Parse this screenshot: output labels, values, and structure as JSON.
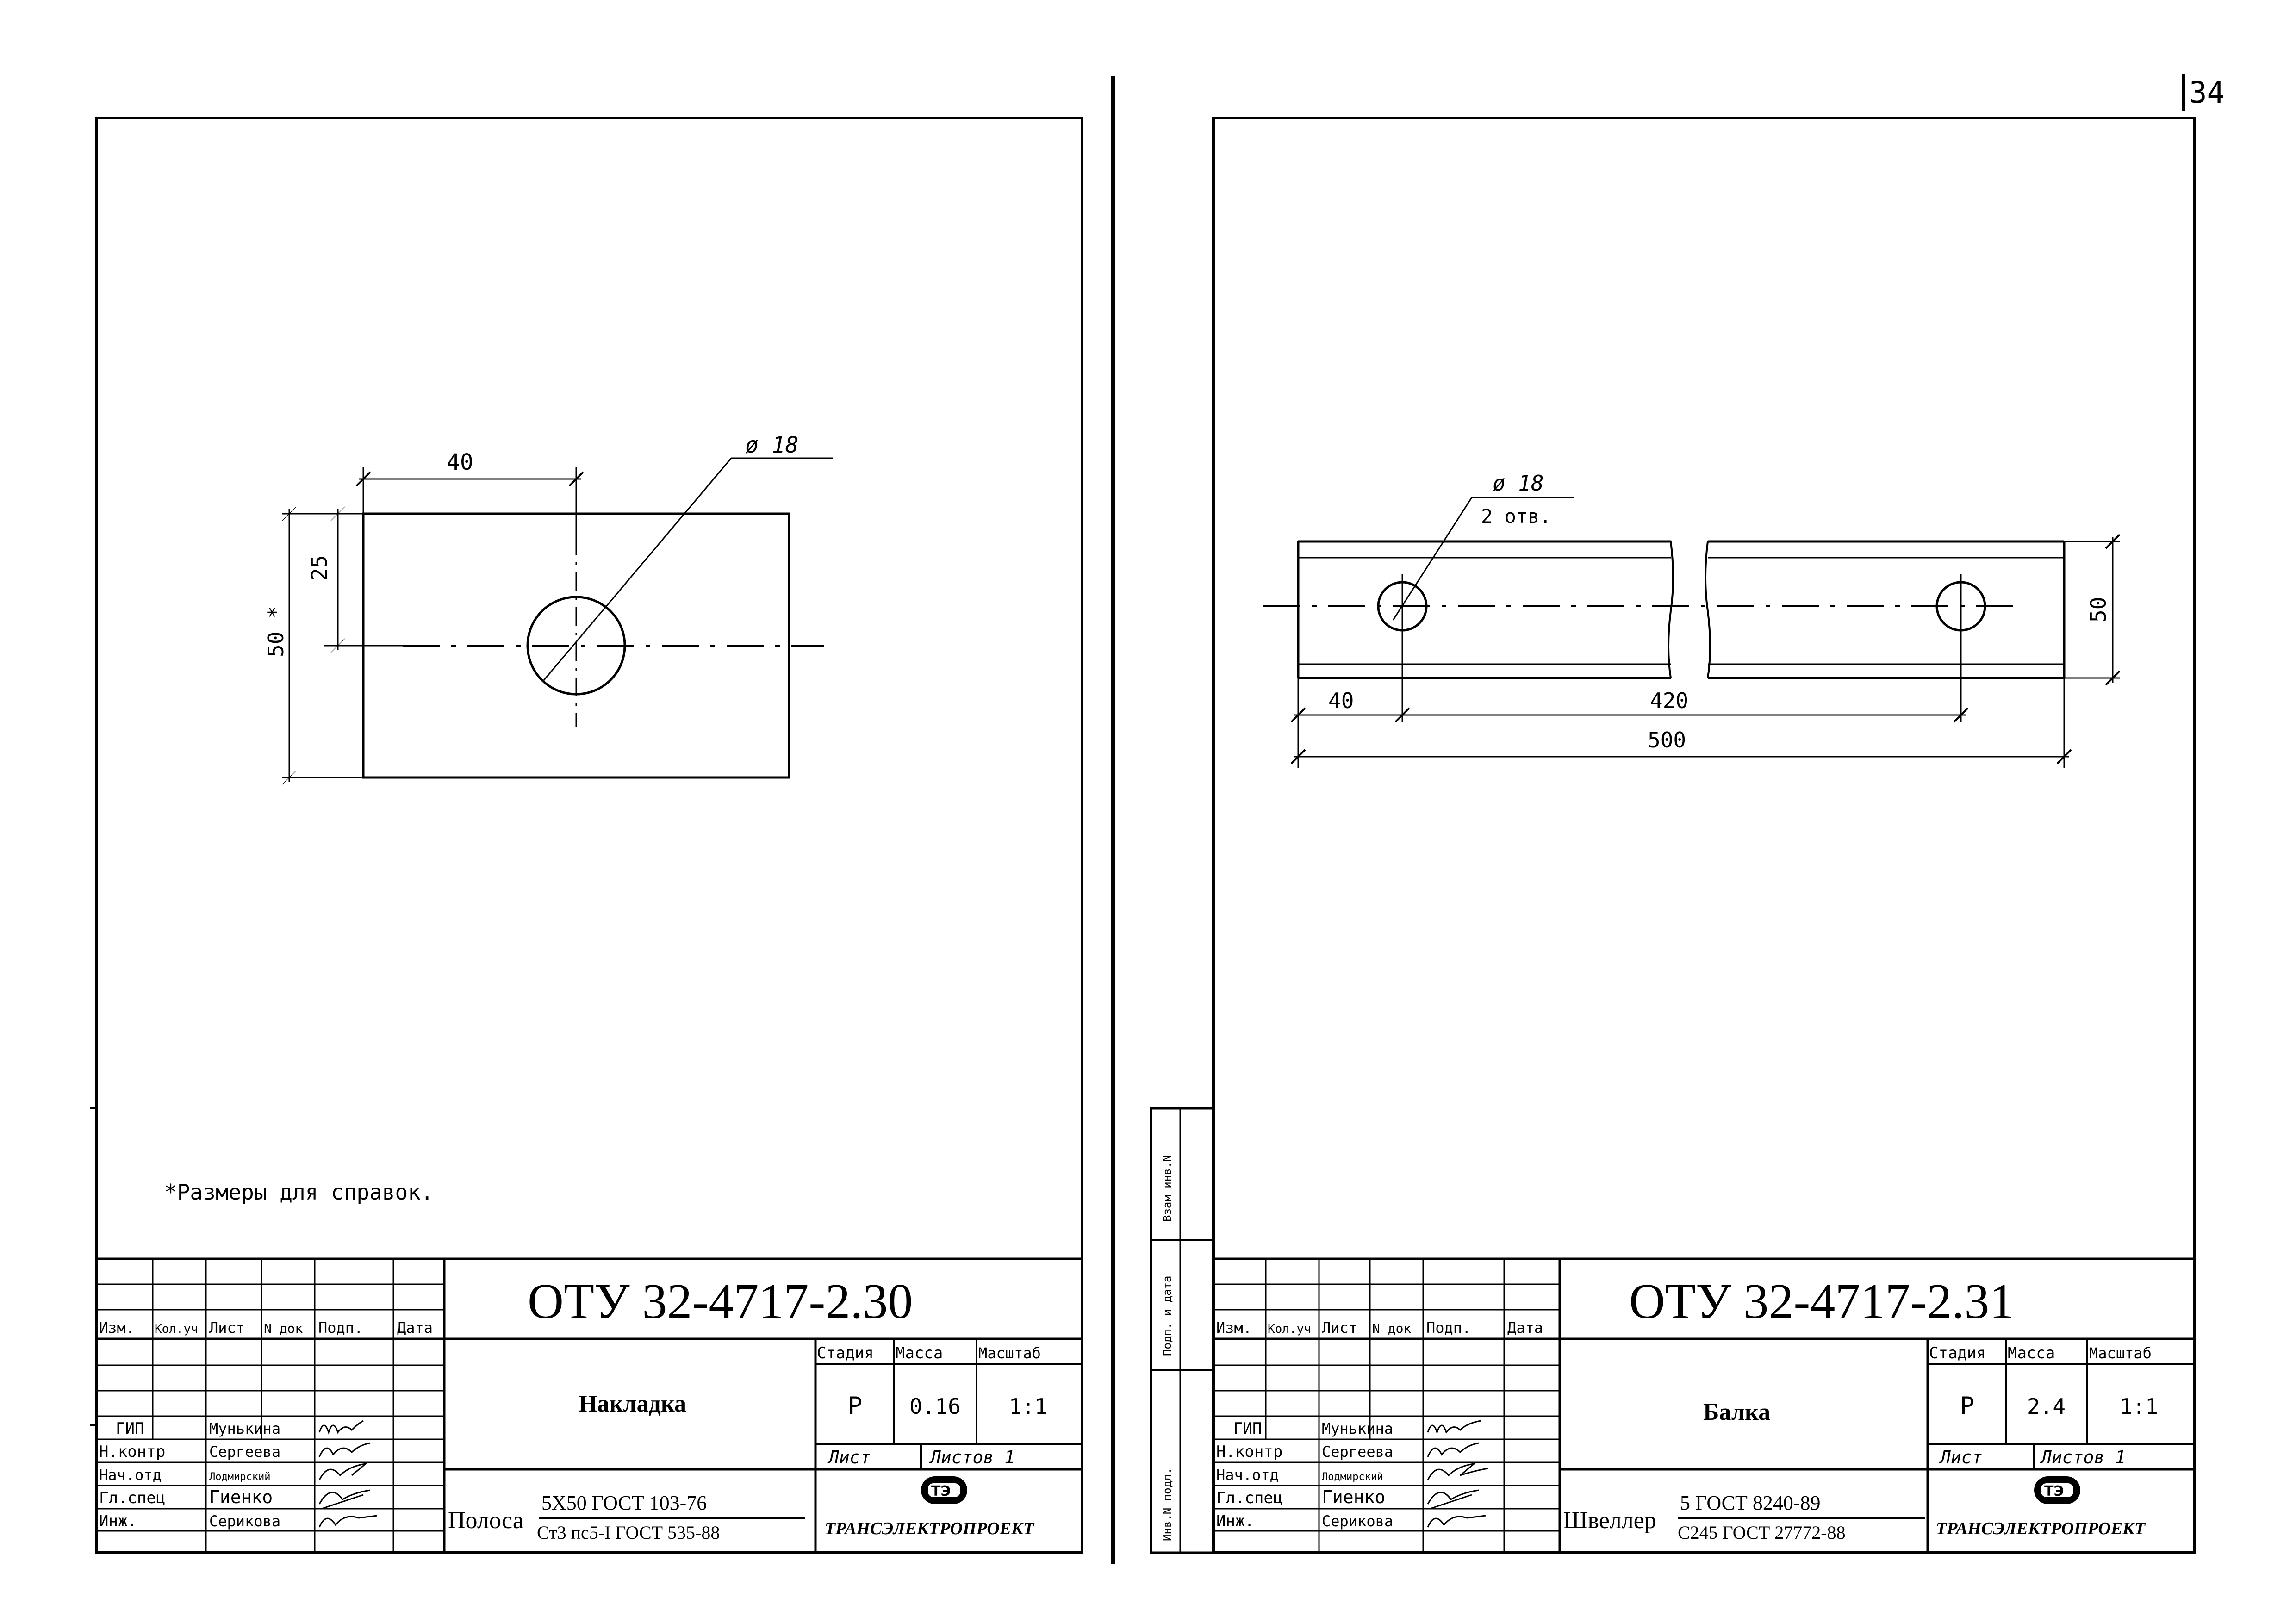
{
  "page_number": "34",
  "left_sheet": {
    "doc_code": "ОТУ 32-4717-2.30",
    "title": "Накладка",
    "note": "*Размеры для справок.",
    "drawing": {
      "dim_40": "40",
      "dim_diameter": "ø 18",
      "dim_25": "25",
      "dim_50": "50 *"
    },
    "header_cols": [
      "Изм.",
      "Кол.уч",
      "Лист",
      "N док",
      "Подп.",
      "Дата"
    ],
    "stage_label": "Стадия",
    "mass_label": "Масса",
    "scale_label": "Масштаб",
    "stage": "Р",
    "mass": "0.16",
    "scale": "1:1",
    "sheet_label": "Лист",
    "sheets_label": "Листов 1",
    "material_prefix": "Полоса",
    "material_top": "5Х50 ГОСТ 103-76",
    "material_bottom": "Ст3 пс5-I ГОСТ 535-88",
    "org": "ТРАНСЭЛЕКТРОПРОЕКТ",
    "logo_letters": "ТЭ",
    "people": [
      {
        "role": "ГИП",
        "name": "Мунькина"
      },
      {
        "role": "Н.контр",
        "name": "Сергеева"
      },
      {
        "role": "Нач.отд",
        "name": "Лодмирский"
      },
      {
        "role": "Гл.спец",
        "name": "Гиенко"
      },
      {
        "role": "Инж.",
        "name": "Серикова"
      }
    ]
  },
  "right_sheet": {
    "doc_code": "ОТУ 32-4717-2.31",
    "title": "Балка",
    "drawing": {
      "dim_diameter": "ø 18",
      "holes": "2 отв.",
      "dim_50": "50",
      "dim_40": "40",
      "dim_420": "420",
      "dim_500": "500"
    },
    "side_labels": [
      "Взам инв.N",
      "Подп. и дата",
      "Инв.N подл."
    ],
    "header_cols": [
      "Изм.",
      "Кол.уч",
      "Лист",
      "N док",
      "Подп.",
      "Дата"
    ],
    "stage_label": "Стадия",
    "mass_label": "Масса",
    "scale_label": "Масштаб",
    "stage": "Р",
    "mass": "2.4",
    "scale": "1:1",
    "sheet_label": "Лист",
    "sheets_label": "Листов 1",
    "material_prefix": "Швеллер",
    "material_top": "5 ГОСТ 8240-89",
    "material_bottom": "С245 ГОСТ 27772-88",
    "org": "ТРАНСЭЛЕКТРОПРОЕКТ",
    "logo_letters": "ТЭ",
    "people": [
      {
        "role": "ГИП",
        "name": "Мунькина"
      },
      {
        "role": "Н.контр",
        "name": "Сергеева"
      },
      {
        "role": "Нач.отд",
        "name": "Лодмирский"
      },
      {
        "role": "Гл.спец",
        "name": "Гиенко"
      },
      {
        "role": "Инж.",
        "name": "Серикова"
      }
    ]
  }
}
